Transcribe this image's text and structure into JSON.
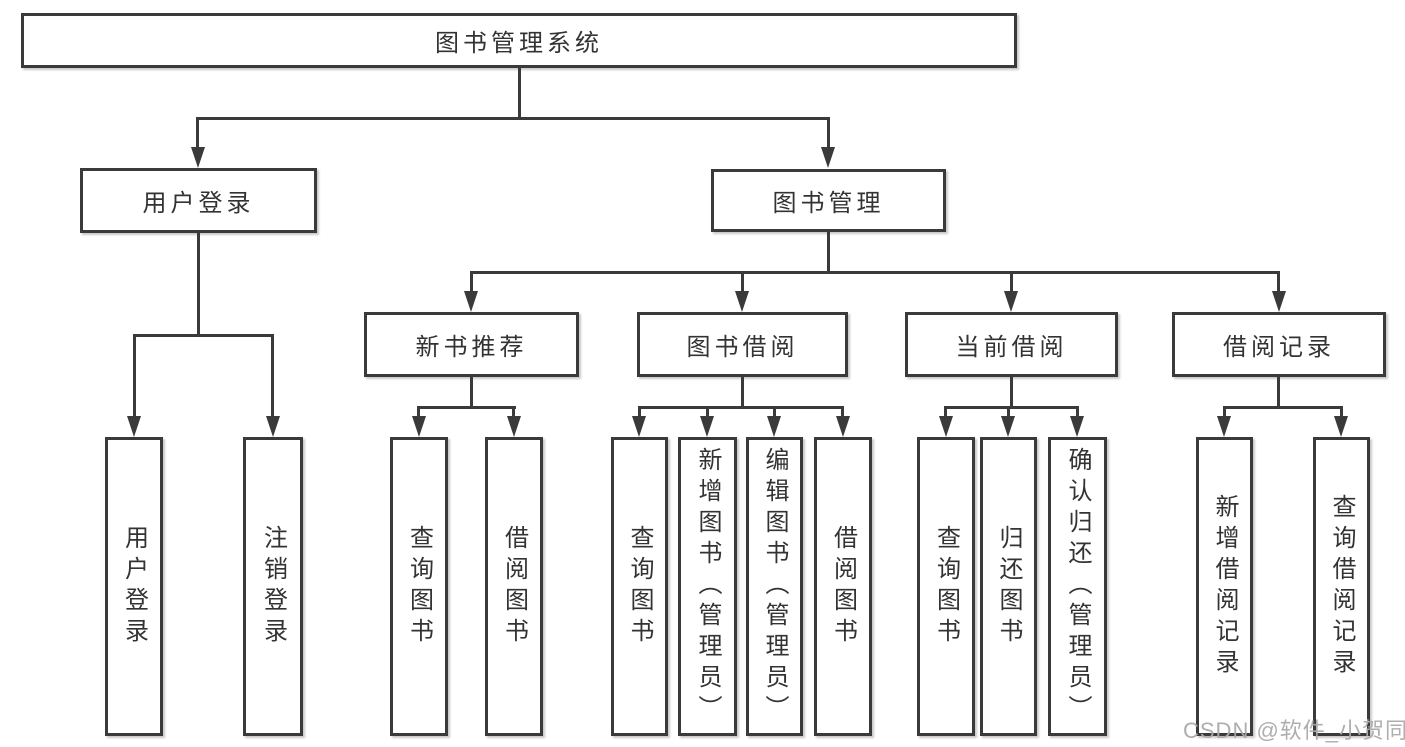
{
  "diagram": {
    "title": "图书管理系统",
    "branches": [
      {
        "label": "用户登录",
        "children": [
          {
            "label": "用户登录"
          },
          {
            "label": "注销登录"
          }
        ]
      },
      {
        "label": "图书管理",
        "children": [
          {
            "label": "新书推荐",
            "children": [
              {
                "label": "查询图书"
              },
              {
                "label": "借阅图书"
              }
            ]
          },
          {
            "label": "图书借阅",
            "children": [
              {
                "label": "查询图书"
              },
              {
                "label": "新增图书（管理员）"
              },
              {
                "label": "编辑图书（管理员）"
              },
              {
                "label": "借阅图书"
              }
            ]
          },
          {
            "label": "当前借阅",
            "children": [
              {
                "label": "查询图书"
              },
              {
                "label": "归还图书"
              },
              {
                "label": "确认归还（管理员）"
              }
            ]
          },
          {
            "label": "借阅记录",
            "children": [
              {
                "label": "新增借阅记录"
              },
              {
                "label": "查询借阅记录"
              }
            ]
          }
        ]
      }
    ]
  },
  "watermark": {
    "text": "CSDN @软件_小贺同学"
  },
  "colors": {
    "line": "#3a3a3a",
    "text": "#333333",
    "watermark": "#aaaaaa"
  }
}
